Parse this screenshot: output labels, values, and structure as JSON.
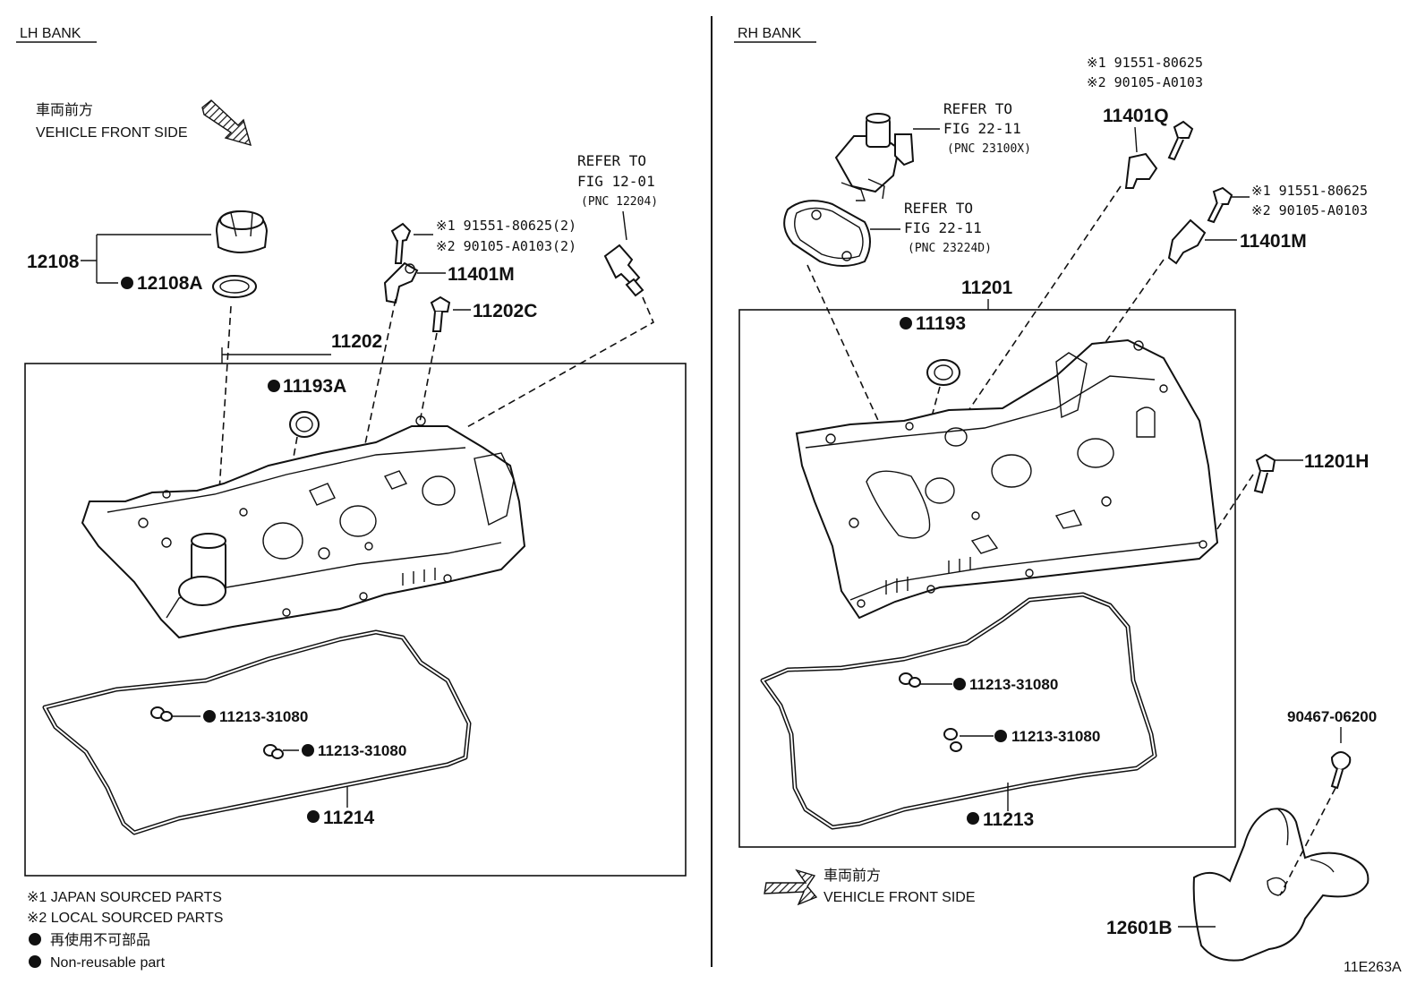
{
  "lh_bank": {
    "title": "LH BANK",
    "front_jp": "車両前方",
    "front_en": "VEHICLE FRONT SIDE",
    "refer_12": {
      "line1": "REFER TO",
      "line2": "FIG 12-01",
      "line3": "(PNC 12204)"
    },
    "parts": {
      "p12108": "12108",
      "p12108A": "12108A",
      "p11202": "11202",
      "p11193A": "11193A",
      "p11401M": "11401M",
      "p11202C": "11202C",
      "note1": "※1 91551-80625(2)",
      "note2": "※2 90105-A0103(2)",
      "seal1": "11213-31080",
      "seal2": "11213-31080",
      "p11214": "11214"
    }
  },
  "rh_bank": {
    "title": "RH BANK",
    "front_jp": "車両前方",
    "front_en": "VEHICLE FRONT SIDE",
    "refer_a": {
      "line1": "REFER TO",
      "line2": "FIG 22-11",
      "line3": "(PNC 23100X)"
    },
    "refer_b": {
      "line1": "REFER TO",
      "line2": "FIG 22-11",
      "line3": "(PNC 23224D)"
    },
    "parts": {
      "note1a": "※1 91551-80625",
      "note2a": "※2 90105-A0103",
      "p11401Q": "11401Q",
      "note1b": "※1 91551-80625",
      "note2b": "※2 90105-A0103",
      "p11401M": "11401M",
      "p11201": "11201",
      "p11193": "11193",
      "p11201H": "11201H",
      "seal1": "11213-31080",
      "seal2": "11213-31080",
      "p11213": "11213",
      "p90467": "90467-06200",
      "p12601B": "12601B"
    }
  },
  "legend": {
    "l1": "※1 JAPAN SOURCED PARTS",
    "l2": "※2 LOCAL SOURCED PARTS",
    "l3": "再使用不可部品",
    "l4": "Non-reusable part"
  },
  "figure_code": "11E263A"
}
